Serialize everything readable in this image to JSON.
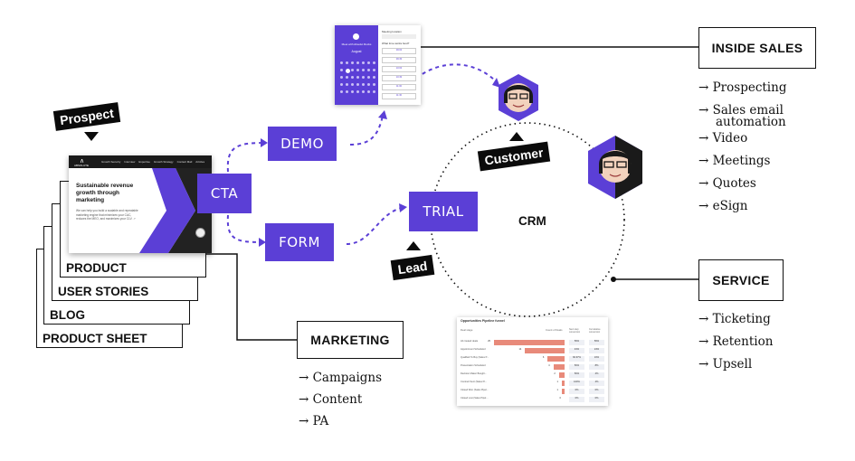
{
  "tags": {
    "prospect": "Prospect",
    "customer": "Customer",
    "lead": "Lead"
  },
  "flow": {
    "cta": "CTA",
    "demo": "DEMO",
    "form": "FORM",
    "trial": "TRIAL",
    "crm": "CRM"
  },
  "stack": {
    "product": "PRODUCT",
    "user_stories": "USER STORIES",
    "blog": "BLOG",
    "product_sheet": "PRODUCT SHEET"
  },
  "website": {
    "brand": "ABSOLUTE",
    "nav": [
      "Growth Security",
      "Interview",
      "Expertise",
      "Growth Strategy",
      "Contact Mail",
      "Articles"
    ],
    "headline": "Sustainable revenue growth through marketing",
    "body": "We can help you build a scalable and repeatable marketing engine that minimizes your CAC, reduces the MEO, and maximizes your CLV. ↗"
  },
  "marketing": {
    "title": "MARKETING",
    "items": [
      "→ Campaigns",
      "→ Content",
      "→ PA"
    ]
  },
  "inside_sales": {
    "title": "INSIDE SALES",
    "items": [
      "→ Prospecting",
      "→ Sales email",
      "automation",
      "→ Video",
      "→ Meetings",
      "→ Quotes",
      "→ eSign"
    ]
  },
  "service": {
    "title": "SERVICE",
    "items": [
      "→ Ticketing",
      "→ Retention",
      "→ Upsell"
    ]
  },
  "calendar": {
    "title": "Meet with Absolut Rocks",
    "month": "August",
    "side_title": "Meeting location",
    "side_sub": "What time works best?",
    "times": [
      "09:00",
      "09:30",
      "10:00",
      "10:30",
      "11:00",
      "11:30"
    ]
  },
  "report": {
    "title": "Opportunities Pipeline funnel",
    "headers": [
      "Deal stage",
      "Count of Deals",
      "Next step conversion",
      "Cumulative conversion"
    ],
    "rows": [
      {
        "label": "All created deals",
        "count": "25",
        "next": "56%",
        "cum": "56%"
      },
      {
        "label": "Appointment Scheduled",
        "count": "14",
        "next": "43%",
        "cum": "24%"
      },
      {
        "label": "Qualified To Buy (Sales P...",
        "count": "6",
        "next": "66.67%",
        "cum": "16%"
      },
      {
        "label": "Presentation Scheduled",
        "count": "4",
        "next": "50%",
        "cum": "8%"
      },
      {
        "label": "Decision Maker Bought...",
        "count": "2",
        "next": "50%",
        "cum": "4%"
      },
      {
        "label": "Contract Sent (Sales Pi...",
        "count": "1",
        "next": "100%",
        "cum": "4%"
      },
      {
        "label": "Closed Won (Sales Pipel...",
        "count": "1",
        "next": "0%",
        "cum": "0%"
      },
      {
        "label": "Closed Lost (Sales Pipel...",
        "count": "0",
        "next": "0%",
        "cum": "0%"
      }
    ],
    "colors": {
      "bar": "#e88a7a",
      "accent": "#5b3fd6"
    }
  }
}
